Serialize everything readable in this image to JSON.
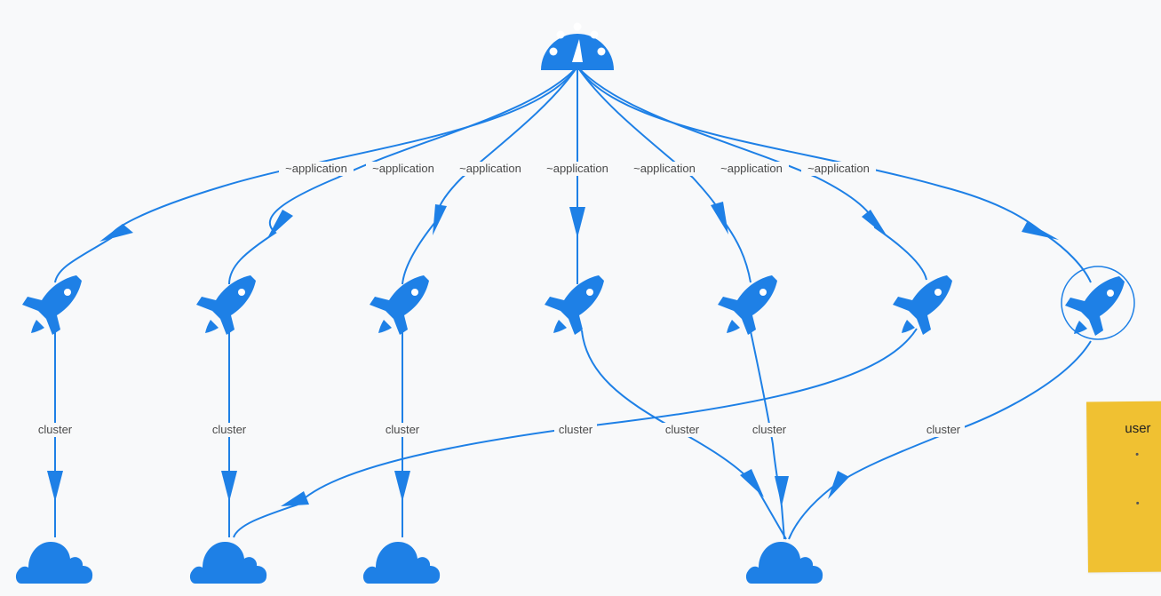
{
  "diagram": {
    "root_icon": "dashboard-gauge-icon",
    "application_icon": "rocket-icon",
    "cluster_icon": "cloud-icon",
    "edge_color": "#1e80e6",
    "root_edges": [
      {
        "label": "~application",
        "target": "rocket-1"
      },
      {
        "label": "~application",
        "target": "rocket-2"
      },
      {
        "label": "~application",
        "target": "rocket-3"
      },
      {
        "label": "~application",
        "target": "rocket-4"
      },
      {
        "label": "~application",
        "target": "rocket-5"
      },
      {
        "label": "~application",
        "target": "rocket-6"
      },
      {
        "label": "~application",
        "target": "rocket-7"
      }
    ],
    "cluster_edges": [
      {
        "label": "cluster",
        "source": "rocket-1",
        "target": "cloud-1"
      },
      {
        "label": "cluster",
        "source": "rocket-2",
        "target": "cloud-2"
      },
      {
        "label": "cluster",
        "source": "rocket-3",
        "target": "cloud-3"
      },
      {
        "label": "cluster",
        "source": "rocket-6",
        "target": "cloud-2"
      },
      {
        "label": "cluster",
        "source": "rocket-4",
        "target": "cloud-4"
      },
      {
        "label": "cluster",
        "source": "rocket-5",
        "target": "cloud-4"
      },
      {
        "label": "cluster",
        "source": "rocket-7",
        "target": "cloud-4"
      }
    ],
    "selected_node": "rocket-7"
  },
  "note": {
    "title": "user",
    "color": "#f0c132"
  }
}
